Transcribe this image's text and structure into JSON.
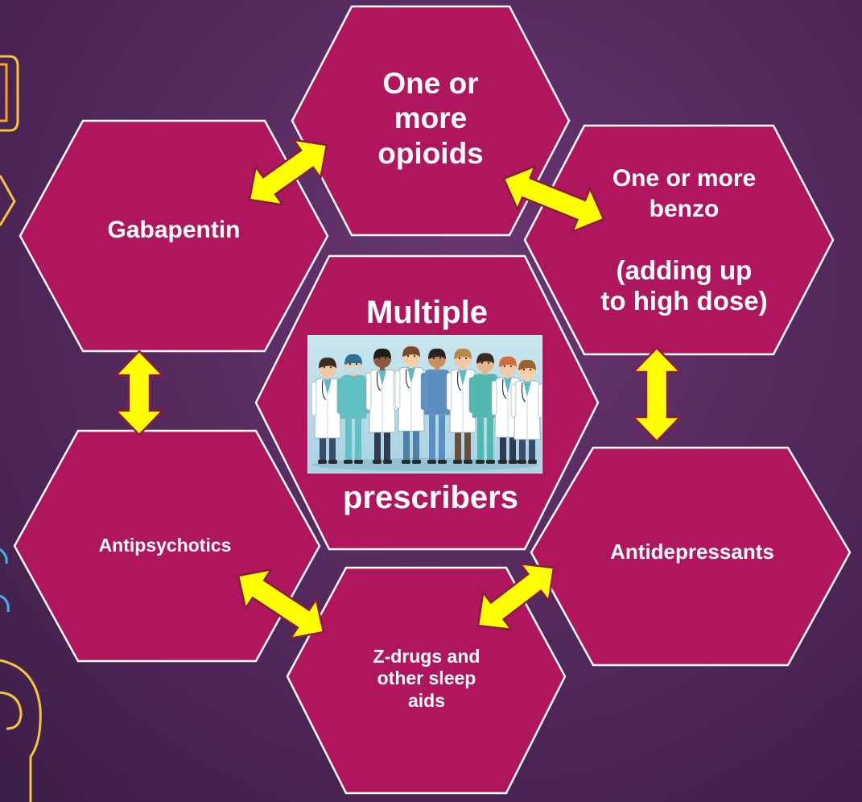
{
  "diagram": {
    "center": {
      "title": "Multiple",
      "subtitle": "prescribers",
      "image": "medical-team-illustration"
    },
    "nodes": {
      "opioids": {
        "label": "One or\nmore\nopioids"
      },
      "gabapentin": {
        "label": "Gabapentin"
      },
      "benzo": {
        "label": "One or more\nbenzo",
        "sublabel": "(adding up\nto high dose)"
      },
      "antipsychotics": {
        "label": "Antipsychotics"
      },
      "antidepressants": {
        "label": "Antidepressants"
      },
      "zdrugs": {
        "label": "Z-drugs and\nother sleep\naids"
      }
    },
    "connections": [
      [
        "gabapentin",
        "opioids"
      ],
      [
        "opioids",
        "benzo"
      ],
      [
        "gabapentin",
        "antipsychotics"
      ],
      [
        "benzo",
        "antidepressants"
      ],
      [
        "antipsychotics",
        "zdrugs"
      ],
      [
        "zdrugs",
        "antidepressants"
      ]
    ]
  },
  "colors": {
    "background": "#4a2453",
    "hex_fill": "#b0165e",
    "hex_stroke": "#ffffff",
    "arrow_fill": "#ffff00",
    "arrow_stroke": "#8a1a40",
    "deco_outline": "#f5c542"
  }
}
